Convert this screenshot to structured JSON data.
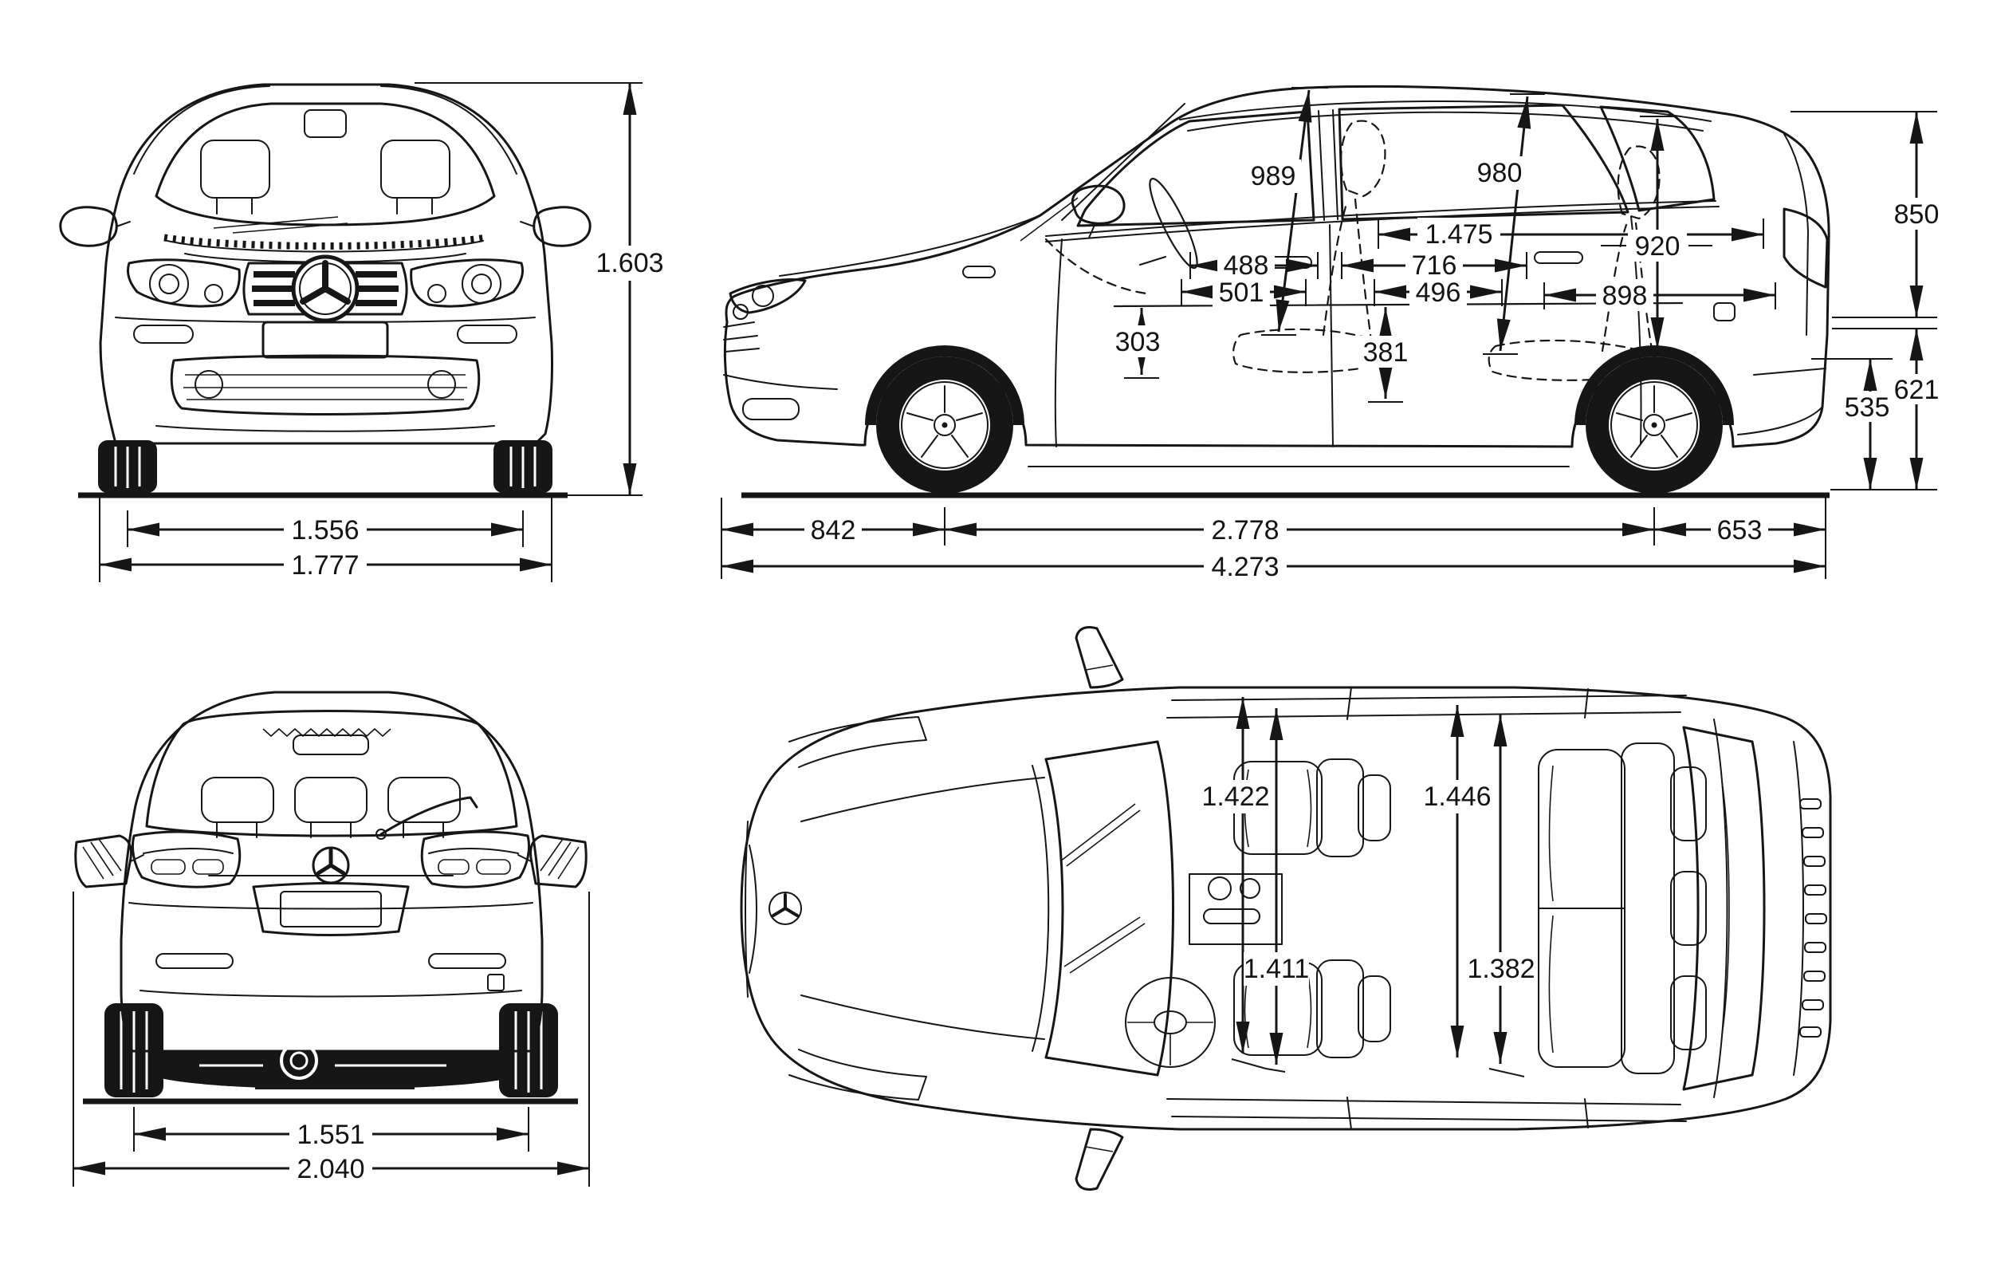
{
  "colors": {
    "line": "#161616",
    "background": "#ffffff"
  },
  "views": {
    "front": {
      "overall_height": "1.603",
      "front_track": "1.556",
      "body_width": "1.777"
    },
    "side": {
      "front_headroom": "989",
      "rear_headroom": "980",
      "interior_length": "1.475",
      "front_seat_upper": "488",
      "front_seat_lower": "501",
      "mid_seat_upper": "716",
      "mid_seat_lower": "496",
      "rear_seat_span": "898",
      "front_seat_height": "303",
      "rear_seat_height": "381",
      "rear_pillar_height": "920",
      "tailgate_opening_height": "850",
      "load_sill_height": "535",
      "rear_lamp_height": "621",
      "front_overhang": "842",
      "wheelbase": "2.778",
      "rear_overhang": "653",
      "overall_length": "4.273"
    },
    "rear": {
      "rear_track": "1.551",
      "width_incl_mirrors": "2.040"
    },
    "top": {
      "front_cabin_width_upper": "1.422",
      "rear_cabin_width_upper": "1.446",
      "front_cabin_width_lower": "1.411",
      "rear_cabin_width_lower": "1.382"
    }
  }
}
